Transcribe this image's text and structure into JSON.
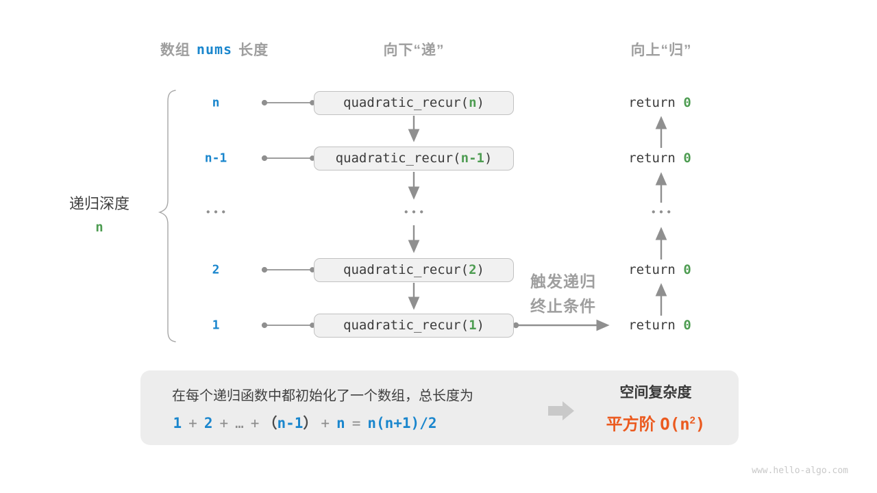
{
  "headers": {
    "left": {
      "pre": "数组",
      "code": "nums",
      "post": "长度"
    },
    "middle": "向下“递”",
    "right": "向上“归”"
  },
  "depth": {
    "label": "递归深度",
    "value": "n"
  },
  "code": {
    "prefix": "quadratic_recur(",
    "suffix": ")",
    "return_kw": "return",
    "return_val": "0"
  },
  "rows": [
    {
      "depth": "n",
      "arg": "n"
    },
    {
      "depth": "n-1",
      "arg": "n-1"
    },
    {
      "ellipsis": "•••"
    },
    {
      "depth": "2",
      "arg": "2"
    },
    {
      "depth": "1",
      "arg": "1"
    }
  ],
  "ellipsis": "•••",
  "annotation": {
    "line1": "触发递归",
    "line2": "终止条件"
  },
  "summary": {
    "text": "在每个递归函数中都初始化了一个数组，总长度为",
    "formula": {
      "n1": "1",
      "o1": "+",
      "n2": "2",
      "o2": "+",
      "d": "…",
      "o3": "+",
      "lp": "（",
      "n3": "n-1",
      "rp": "）",
      "o4": "+",
      "n4": "n",
      "eq": "=",
      "n5": "n(n+1)/2"
    },
    "result_title": "空间复杂度",
    "result_cn": "平方阶",
    "result_code": "O(n",
    "result_sup": "2",
    "result_close": ")"
  },
  "watermark": "www.hello-algo.com",
  "colors": {
    "blue": "#1a86cd",
    "green": "#4d9c51",
    "orange": "#eb5a1f",
    "gray_label": "#9e9e9e",
    "line_gray": "#8f8f8f",
    "box_fill": "#f1f1f1",
    "box_border": "#c1c1c1",
    "summary_fill": "#ededed",
    "code_text": "#3b3b3b"
  }
}
